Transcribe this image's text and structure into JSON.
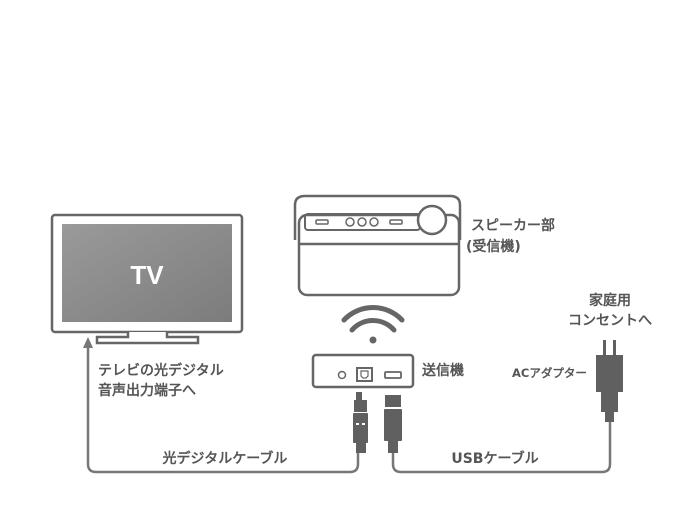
{
  "colors": {
    "line": "#666666",
    "device_fill": "#606060",
    "screen": "#8c8c8c",
    "text": "#555555"
  },
  "tv": {
    "screen_label": "TV"
  },
  "labels": {
    "speaker": "スピーカー部",
    "receiver": "(受信機)",
    "transmitter": "送信機",
    "ac_adapter": "ACアダプター",
    "outlet_line1": "家庭用",
    "outlet_line2": "コンセントへ",
    "tv_port_line1": "テレビの光デジタル",
    "tv_port_line2": "音声出力端子へ",
    "optical_cable": "光デジタルケーブル",
    "usb_cable": "USBケーブル"
  }
}
